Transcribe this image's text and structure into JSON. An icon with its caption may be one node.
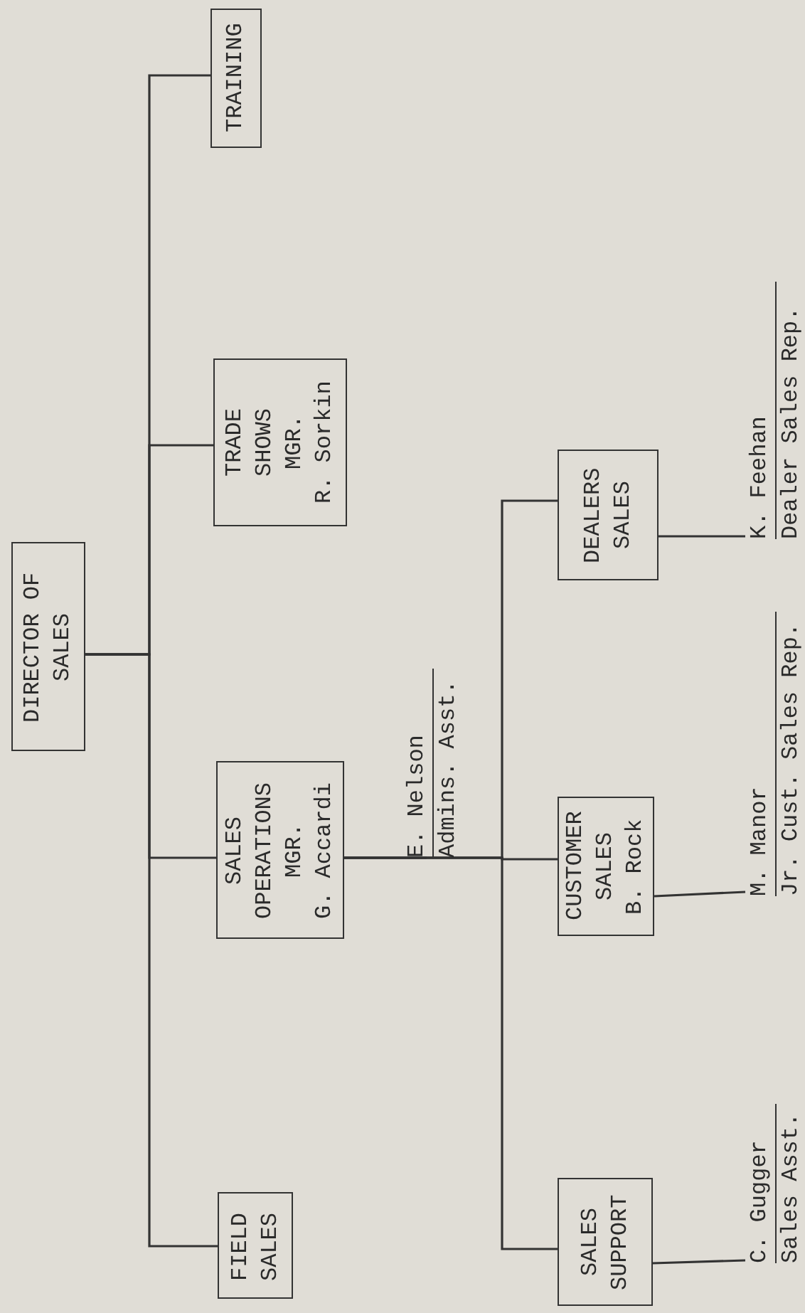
{
  "diagram": {
    "nodes": [
      {
        "text": [
          "DIRECTOR OF SALES"
        ]
      },
      {
        "text": [
          "FIELD SALES"
        ]
      },
      {
        "text": [
          "SALES OPERATIONS MGR.",
          "G. Accardi"
        ]
      },
      {
        "text": [
          "TRADE SHOWS MGR.",
          "R. Sorkin"
        ]
      },
      {
        "text": [
          "TRAINING"
        ]
      },
      {
        "text": [
          "E. Nelson",
          "Admins. Asst."
        ]
      },
      {
        "text": [
          "SALES SUPPORT"
        ]
      },
      {
        "text": [
          "CUSTOMER SALES",
          "B. Rock"
        ]
      },
      {
        "text": [
          "DEALERS SALES"
        ]
      },
      {
        "text": [
          "C. Gugger",
          "Sales Asst."
        ]
      },
      {
        "text": [
          "M. Manor",
          "Jr. Cust. Sales Rep."
        ]
      },
      {
        "text": [
          "K. Feehan",
          "Dealer Sales Rep."
        ]
      }
    ],
    "edges": [
      {
        "from": 0,
        "to": 1,
        "arrow": "none"
      },
      {
        "from": 0,
        "to": 2,
        "arrow": "none"
      },
      {
        "from": 0,
        "to": 3,
        "arrow": "none"
      },
      {
        "from": 0,
        "to": 4,
        "arrow": "none"
      },
      {
        "from": 2,
        "to": 5,
        "arrow": "none"
      },
      {
        "from": 2,
        "to": 6,
        "arrow": "none"
      },
      {
        "from": 2,
        "to": 7,
        "arrow": "none"
      },
      {
        "from": 2,
        "to": 8,
        "arrow": "none"
      },
      {
        "from": 6,
        "to": 9,
        "arrow": "none"
      },
      {
        "from": 7,
        "to": 10,
        "arrow": "none"
      },
      {
        "from": 8,
        "to": 11,
        "arrow": "none"
      }
    ]
  }
}
